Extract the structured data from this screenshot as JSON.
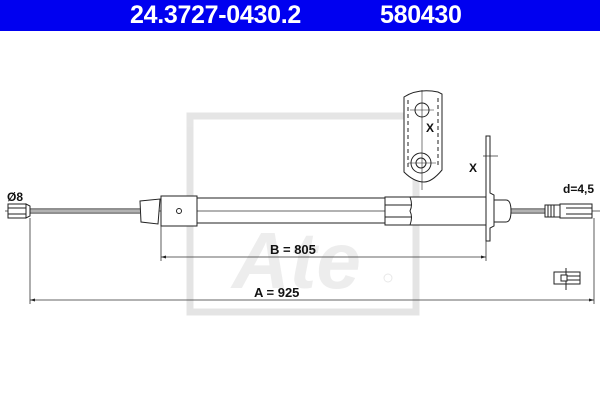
{
  "header": {
    "part_number": "24.3727-0430.2",
    "ref_number": "580430",
    "background_color": "#0000f0",
    "text_color": "#ffffff"
  },
  "drawing": {
    "title": "Parking brake cable technical drawing",
    "left_end_label": "Ø8",
    "right_end_label": "d=4,5",
    "bracket_view_label_1": "X",
    "bracket_view_label_2": "X",
    "dimension_a": "A = 925",
    "dimension_b": "B = 805",
    "watermark": "Ate"
  }
}
